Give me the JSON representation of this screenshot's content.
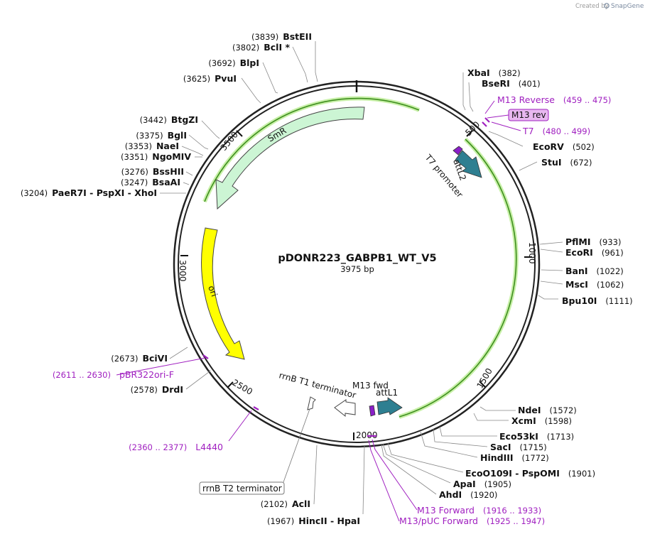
{
  "title": "pDONR223_GABPB1_WT_V5",
  "length_label": "3975 bp",
  "credit": {
    "prefix": "Created by",
    "brand": "SnapGene"
  },
  "ticks": [
    "500",
    "1000",
    "1500",
    "2000",
    "2500",
    "3000",
    "3500"
  ],
  "features": {
    "smr": "SmR",
    "ori": "ori",
    "attl2": "attL2",
    "t7_promoter": "T7 promoter",
    "m13_fwd": "M13 fwd",
    "attl1": "attL1",
    "rrnb_t1": "rrnB T1 terminator",
    "rrnb_t2": "rrnB T2 terminator",
    "m13_rev_box": "M13 rev"
  },
  "sites": [
    {
      "name": "BstEII",
      "pos": "(3839)"
    },
    {
      "name": "BclI *",
      "pos": "(3802)"
    },
    {
      "name": "BlpI",
      "pos": "(3692)"
    },
    {
      "name": "PvuI",
      "pos": "(3625)"
    },
    {
      "name": "BtgZI",
      "pos": "(3442)"
    },
    {
      "name": "BglI",
      "pos": "(3375)"
    },
    {
      "name": "NaeI",
      "pos": "(3353)"
    },
    {
      "name": "NgoMIV",
      "pos": "(3351)"
    },
    {
      "name": "BssHII",
      "pos": "(3276)"
    },
    {
      "name": "BsaAI",
      "pos": "(3247)"
    },
    {
      "name": "PaeR7I  -  PspXI  -  XhoI",
      "pos": "(3204)"
    },
    {
      "name": "BciVI",
      "pos": "(2673)"
    },
    {
      "name": "DrdI",
      "pos": "(2578)"
    },
    {
      "name": "AclI",
      "pos": "(2102)"
    },
    {
      "name": "HincII  -  HpaI",
      "pos": "(1967)"
    },
    {
      "name": "XbaI",
      "pos": "(382)"
    },
    {
      "name": "BseRI",
      "pos": "(401)"
    },
    {
      "name": "EcoRV",
      "pos": "(502)"
    },
    {
      "name": "StuI",
      "pos": "(672)"
    },
    {
      "name": "PflMI",
      "pos": "(933)"
    },
    {
      "name": "EcoRI",
      "pos": "(961)"
    },
    {
      "name": "BanI",
      "pos": "(1022)"
    },
    {
      "name": "MscI",
      "pos": "(1062)"
    },
    {
      "name": "Bpu10I",
      "pos": "(1111)"
    },
    {
      "name": "NdeI",
      "pos": "(1572)"
    },
    {
      "name": "XcmI",
      "pos": "(1598)"
    },
    {
      "name": "Eco53kI",
      "pos": "(1713)"
    },
    {
      "name": "SacI",
      "pos": "(1715)"
    },
    {
      "name": "HindIII",
      "pos": "(1772)"
    },
    {
      "name": "EcoO109I  -  PspOMI",
      "pos": "(1901)"
    },
    {
      "name": "ApaI",
      "pos": "(1905)"
    },
    {
      "name": "AhdI",
      "pos": "(1920)"
    }
  ],
  "primers": [
    {
      "name": "M13 Reverse",
      "range": "(459 .. 475)"
    },
    {
      "name": "T7",
      "range": "(480 .. 499)"
    },
    {
      "name": "pBR322ori-F",
      "range": "(2611 .. 2630)"
    },
    {
      "name": "L4440",
      "range": "(2360 .. 2377)"
    },
    {
      "name": "M13 Forward",
      "range": "(1916 .. 1933)"
    },
    {
      "name": "M13/pUC Forward",
      "range": "(1925 .. 1947)"
    }
  ],
  "colors": {
    "primer": "#a020c0",
    "smr_fill": "#ccf5d4",
    "ori_fill": "#ffff00",
    "att_fill": "#2e7f91",
    "promoter_fill": "#8a1ec8",
    "insert_arc": "#3f8f1f",
    "insert_glow": "#c8f0a8"
  }
}
